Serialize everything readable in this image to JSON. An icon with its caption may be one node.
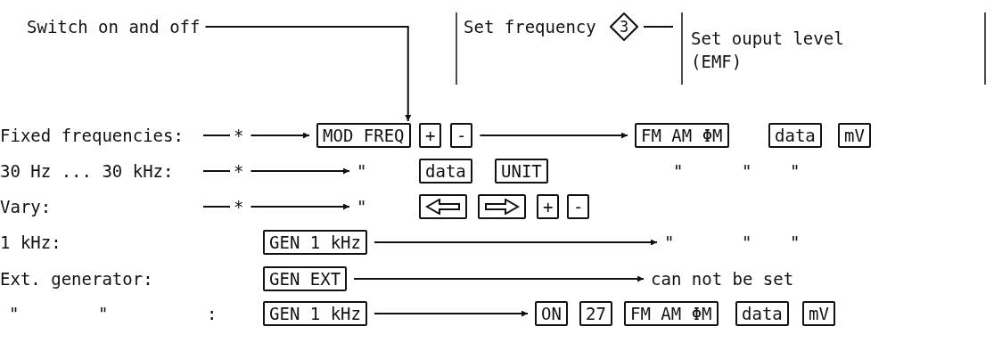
{
  "diagram": {
    "nodes": [
      {
        "text": [
          "Switch on and off"
        ]
      },
      {
        "text": [
          "3"
        ]
      },
      {
        "text": [
          "*"
        ]
      },
      {
        "text": [
          "MOD FREQ"
        ]
      },
      {
        "text": [
          "+"
        ]
      },
      {
        "text": [
          "-"
        ]
      },
      {
        "text": [
          "FM AM ΦM"
        ]
      },
      {
        "text": [
          "data"
        ]
      },
      {
        "text": [
          "mV"
        ]
      },
      {
        "text": [
          "*"
        ]
      },
      {
        "text": [
          "\""
        ]
      },
      {
        "text": [
          "data"
        ]
      },
      {
        "text": [
          "UNIT"
        ]
      },
      {
        "text": [
          "*"
        ]
      },
      {
        "text": [
          "\""
        ]
      },
      {
        "text": [],
        "shape": "box"
      },
      {
        "text": [],
        "shape": "box"
      },
      {
        "text": [
          "+"
        ]
      },
      {
        "text": [
          "-"
        ]
      },
      {
        "text": [
          "GEN 1 kHz"
        ]
      },
      {
        "text": [
          "\""
        ]
      },
      {
        "text": [
          "GEN EXT"
        ]
      },
      {
        "text": [
          "can not be set"
        ]
      },
      {
        "text": [
          "GEN 1 kHz"
        ]
      },
      {
        "text": [
          "ON"
        ]
      },
      {
        "text": [
          "27"
        ]
      },
      {
        "text": [
          "FM AM ΦM"
        ]
      },
      {
        "text": [
          "data"
        ]
      },
      {
        "text": [
          "mV"
        ]
      }
    ],
    "edges": [
      {
        "from": 0,
        "to": 3,
        "arrow": "to"
      },
      {
        "from": 1,
        "to": null,
        "arrow": "none"
      },
      {
        "from": null,
        "to": 2,
        "arrow": "none"
      },
      {
        "from": 2,
        "to": 3,
        "arrow": "to"
      },
      {
        "from": 5,
        "to": 6,
        "arrow": "to"
      },
      {
        "from": null,
        "to": 9,
        "arrow": "none"
      },
      {
        "from": 9,
        "to": 10,
        "arrow": "to"
      },
      {
        "from": null,
        "to": 13,
        "arrow": "none"
      },
      {
        "from": 13,
        "to": 14,
        "arrow": "to"
      },
      {
        "from": 19,
        "to": 20,
        "arrow": "to"
      },
      {
        "from": 21,
        "to": 22,
        "arrow": "to"
      },
      {
        "from": 23,
        "to": 24,
        "arrow": "to"
      }
    ],
    "labels": [
      "Set frequency",
      "Set ouput level (EMF)",
      "Fixed frequencies:",
      "30 Hz ... 30 kHz:",
      "\"",
      "\"",
      "\"",
      "Vary:",
      "1 kHz:",
      "\"",
      "\"",
      "Ext. generator:",
      "\"",
      "\"",
      ":"
    ]
  }
}
